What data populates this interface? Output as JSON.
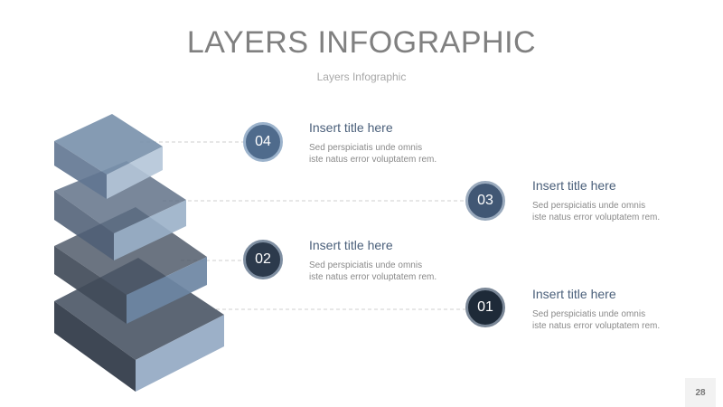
{
  "header": {
    "title": "LAYERS INFOGRAPHIC",
    "subtitle": "Layers Infographic"
  },
  "colors": {
    "layer_04": "#4f6b8c",
    "layer_03": "#415774",
    "layer_02": "#2c3a4c",
    "layer_01": "#1e2a38"
  },
  "items": [
    {
      "number": "04",
      "title": "Insert title here",
      "desc_line1": "Sed perspiciatis unde omnis",
      "desc_line2": "iste natus error voluptatem rem."
    },
    {
      "number": "03",
      "title": "Insert title here",
      "desc_line1": "Sed perspiciatis unde omnis",
      "desc_line2": "iste natus error voluptatem rem."
    },
    {
      "number": "02",
      "title": "Insert title here",
      "desc_line1": "Sed perspiciatis unde omnis",
      "desc_line2": "iste natus error voluptatem rem."
    },
    {
      "number": "01",
      "title": "Insert title here",
      "desc_line1": "Sed perspiciatis unde omnis",
      "desc_line2": "iste natus error voluptatem rem."
    }
  ],
  "page_number": "28"
}
